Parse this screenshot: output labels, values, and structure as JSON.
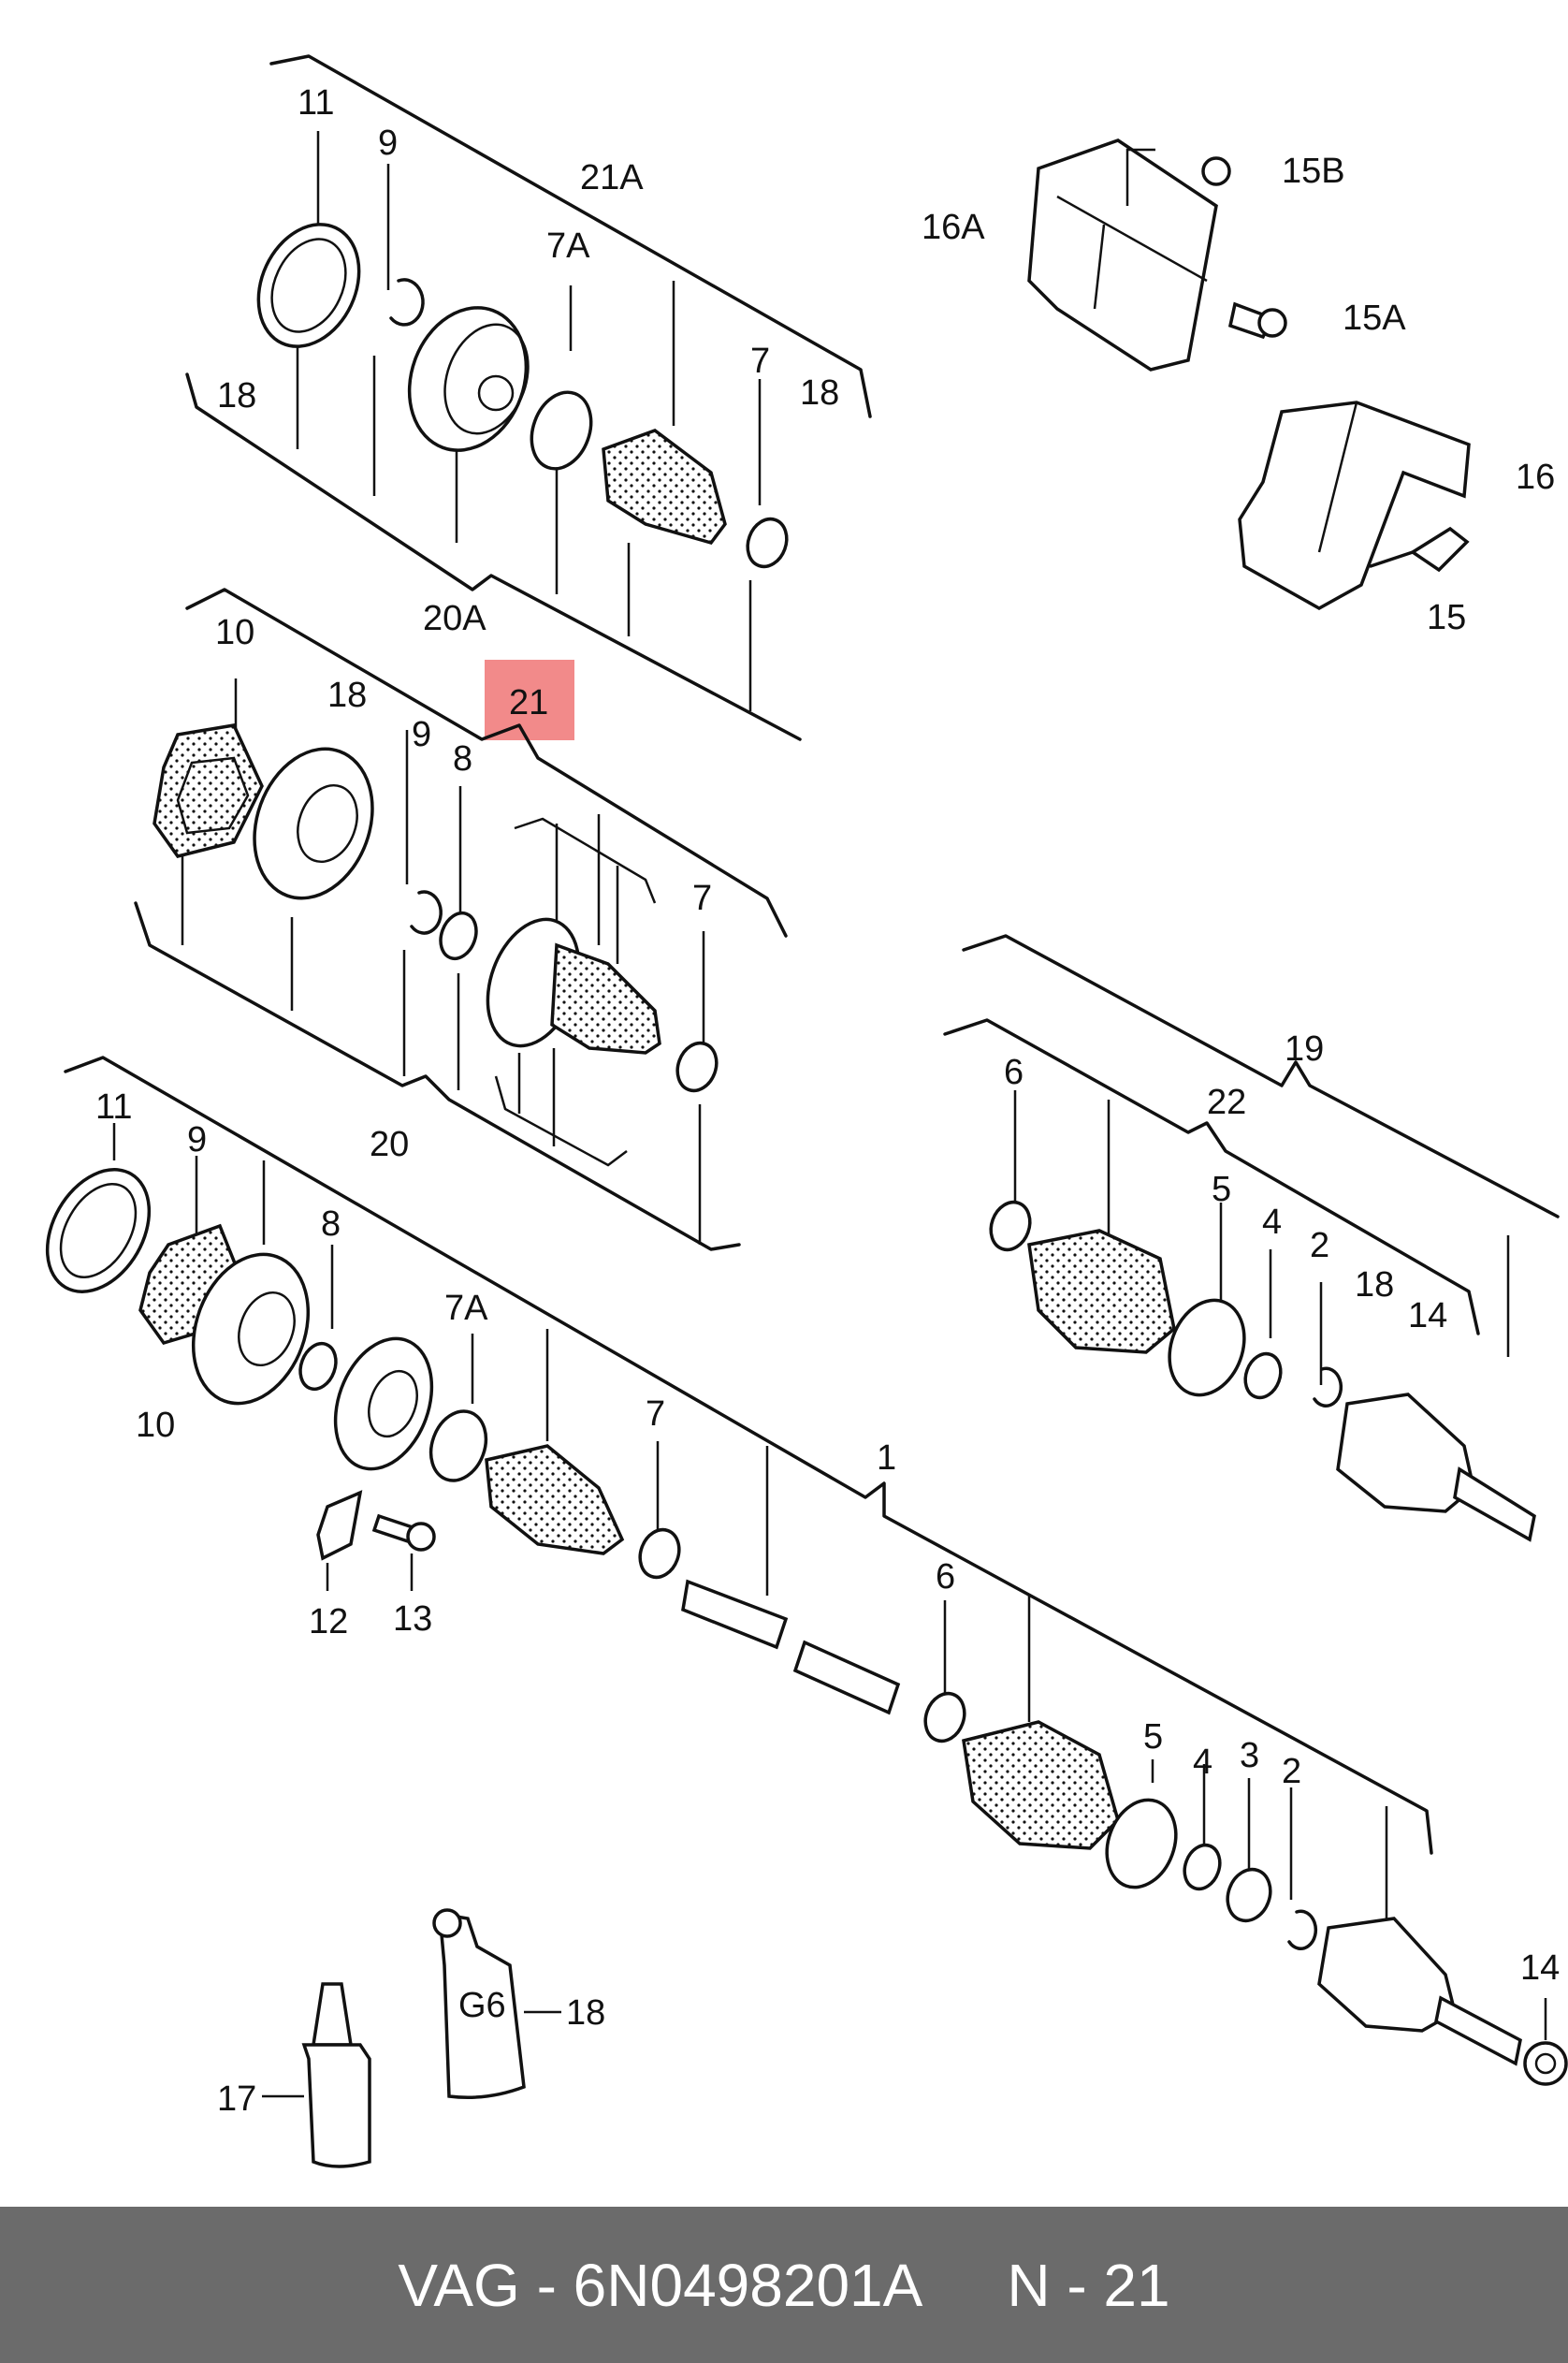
{
  "diagram": {
    "highlight_color": "#f28a8a",
    "callouts": [
      {
        "id": "c11a",
        "text": "11"
      },
      {
        "id": "c9a",
        "text": "9"
      },
      {
        "id": "c21A",
        "text": "21A"
      },
      {
        "id": "c7Aa",
        "text": "7A"
      },
      {
        "id": "c18a",
        "text": "18"
      },
      {
        "id": "c7a",
        "text": "7"
      },
      {
        "id": "c18b",
        "text": "18"
      },
      {
        "id": "c20A",
        "text": "20A"
      },
      {
        "id": "c15B",
        "text": "15B"
      },
      {
        "id": "c16A",
        "text": "16A"
      },
      {
        "id": "c15A",
        "text": "15A"
      },
      {
        "id": "c16",
        "text": "16"
      },
      {
        "id": "c15",
        "text": "15"
      },
      {
        "id": "c10a",
        "text": "10"
      },
      {
        "id": "c18c",
        "text": "18"
      },
      {
        "id": "c21",
        "text": "21"
      },
      {
        "id": "c9b",
        "text": "9"
      },
      {
        "id": "c8a",
        "text": "8"
      },
      {
        "id": "c7b",
        "text": "7"
      },
      {
        "id": "c20",
        "text": "20"
      },
      {
        "id": "c19",
        "text": "19"
      },
      {
        "id": "c6a",
        "text": "6"
      },
      {
        "id": "c22",
        "text": "22"
      },
      {
        "id": "c5a",
        "text": "5"
      },
      {
        "id": "c4a",
        "text": "4"
      },
      {
        "id": "c2a",
        "text": "2"
      },
      {
        "id": "c18d",
        "text": "18"
      },
      {
        "id": "c14a",
        "text": "14"
      },
      {
        "id": "c11b",
        "text": "11"
      },
      {
        "id": "c9c",
        "text": "9"
      },
      {
        "id": "c8b",
        "text": "8"
      },
      {
        "id": "c10b",
        "text": "10"
      },
      {
        "id": "c7Ab",
        "text": "7A"
      },
      {
        "id": "c7c",
        "text": "7"
      },
      {
        "id": "c1",
        "text": "1"
      },
      {
        "id": "c12",
        "text": "12"
      },
      {
        "id": "c13",
        "text": "13"
      },
      {
        "id": "c6b",
        "text": "6"
      },
      {
        "id": "c5b",
        "text": "5"
      },
      {
        "id": "c4b",
        "text": "4"
      },
      {
        "id": "c3",
        "text": "3"
      },
      {
        "id": "c2b",
        "text": "2"
      },
      {
        "id": "c14b",
        "text": "14"
      },
      {
        "id": "c18e",
        "text": "18"
      },
      {
        "id": "c17",
        "text": "17"
      }
    ],
    "tube_label": "G6"
  },
  "footer": {
    "brand": "VAG",
    "separator": " - ",
    "part_number": "6N0498201A",
    "position_label": "N - 21"
  }
}
